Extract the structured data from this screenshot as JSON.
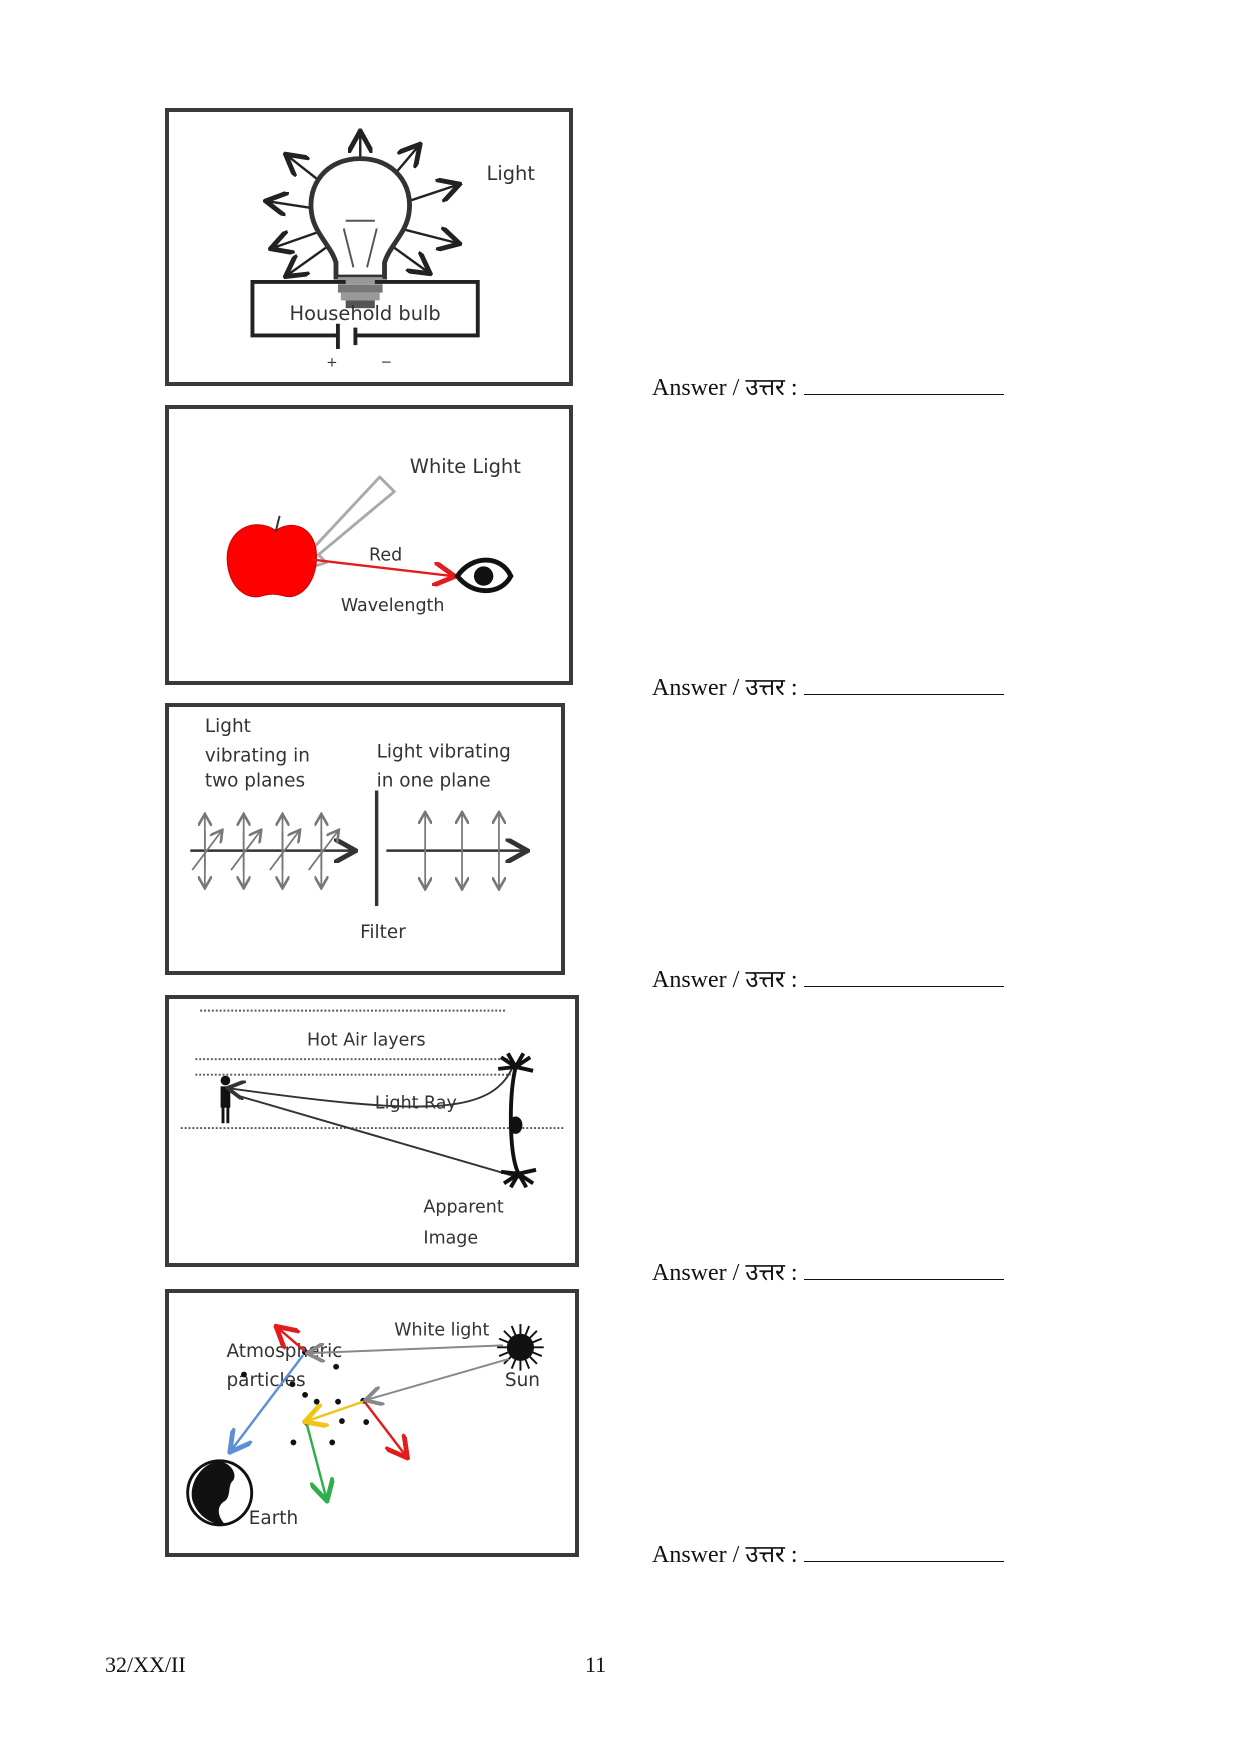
{
  "panels": [
    {
      "id": "bulb",
      "labels": {
        "light": "Light",
        "bulb": "Household bulb",
        "plus": "+",
        "minus": "−"
      }
    },
    {
      "id": "apple",
      "labels": {
        "white_light": "White Light",
        "red": "Red",
        "wavelength": "Wavelength"
      }
    },
    {
      "id": "polarization",
      "labels": {
        "light": "Light",
        "two_planes_1": "vibrating in",
        "two_planes_2": "two planes",
        "one_plane_1": "Light vibrating",
        "one_plane_2": "in one plane",
        "filter": "Filter"
      }
    },
    {
      "id": "mirage",
      "labels": {
        "hot_air": "Hot Air layers",
        "light_ray": "Light Ray",
        "apparent": "Apparent",
        "image": "Image"
      }
    },
    {
      "id": "scattering",
      "labels": {
        "white_light": "White light",
        "atmospheric": "Atmospheric",
        "particles": "particles",
        "sun": "Sun",
        "earth": "Earth"
      }
    }
  ],
  "answer_label": "Answer / उत्तर  :",
  "footer": {
    "code": "32/XX/II",
    "page": "11"
  },
  "colors": {
    "red": "#e31b1b",
    "blue": "#5b8fd6",
    "yellow": "#f0c419",
    "green": "#2fae4a",
    "gray": "#9a9a9a"
  }
}
